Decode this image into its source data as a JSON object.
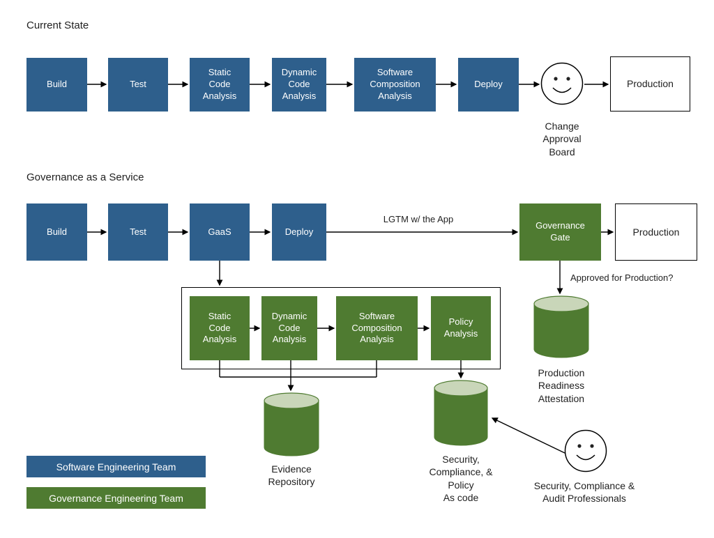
{
  "colors": {
    "blue": "#2e5f8c",
    "green": "#4f7b31",
    "cylinder_top": "#c9d6b9",
    "line": "#000000",
    "box_text": "#ffffff",
    "text": "#1f1f1f"
  },
  "current_state": {
    "title": "Current State",
    "boxes": [
      "Build",
      "Test",
      "Static\nCode\nAnalysis",
      "Dynamic\nCode\nAnalysis",
      "Software\nComposition\nAnalysis",
      "Deploy"
    ],
    "change_approval_board": "Change\nApproval\nBoard",
    "production": "Production"
  },
  "gaas": {
    "title": "Governance as a Service",
    "boxes": [
      "Build",
      "Test",
      "GaaS",
      "Deploy"
    ],
    "lgtm_label": "LGTM w/ the App",
    "governance_gate": "Governance\nGate",
    "production": "Production",
    "approved_label": "Approved for Production?",
    "analysis_boxes": [
      "Static\nCode\nAnalysis",
      "Dynamic\nCode\nAnalysis",
      "Software\nComposition\nAnalysis",
      "Policy\nAnalysis"
    ],
    "production_readiness_label": "Production\nReadiness\nAttestation",
    "evidence_repository_label": "Evidence\nRepository",
    "policy_as_code_label": "Security,\nCompliance, &\nPolicy\nAs code",
    "auditors_label": "Security, Compliance &\nAudit Professionals"
  },
  "legend": {
    "software_engineering": "Software Engineering Team",
    "governance_engineering": "Governance Engineering Team"
  }
}
